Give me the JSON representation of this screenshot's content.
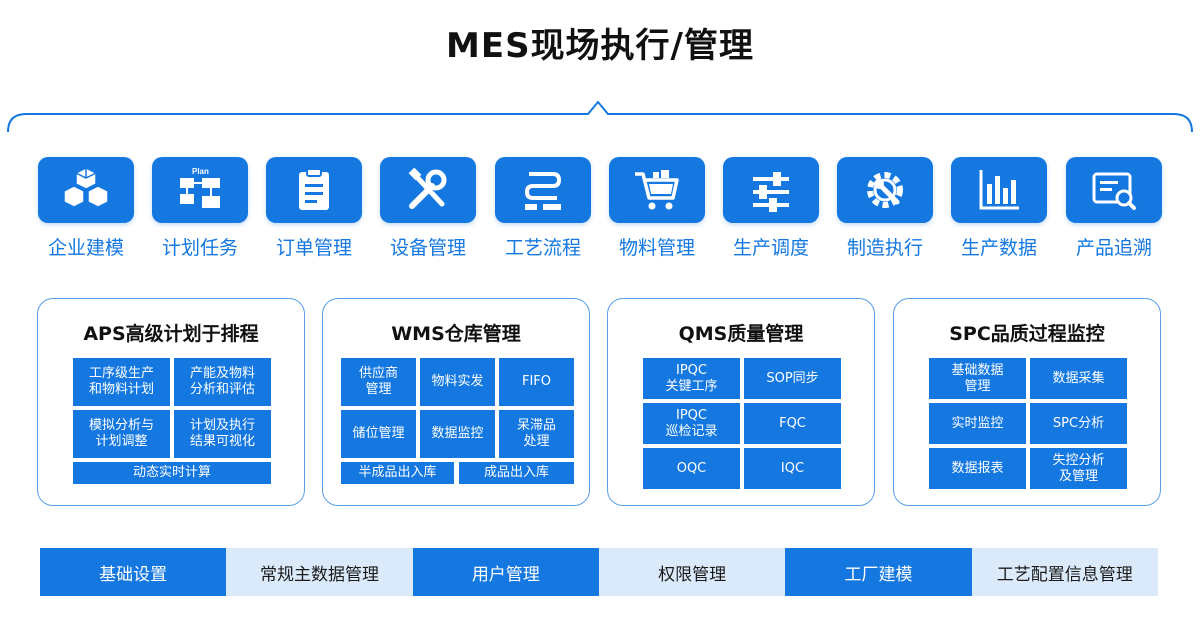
{
  "title": "MES现场执行/管理",
  "colors": {
    "primary": "#1478e0",
    "light": "#dbeafb",
    "panel_border": "#5a9fe6"
  },
  "modules": [
    {
      "label": "企业建模",
      "icon": "cubes-icon"
    },
    {
      "label": "计划任务",
      "icon": "plan-flow-icon",
      "icon_text": "Plan"
    },
    {
      "label": "订单管理",
      "icon": "clipboard-icon"
    },
    {
      "label": "设备管理",
      "icon": "tools-icon"
    },
    {
      "label": "工艺流程",
      "icon": "process-flow-icon"
    },
    {
      "label": "物料管理",
      "icon": "cart-icon"
    },
    {
      "label": "生产调度",
      "icon": "sliders-icon"
    },
    {
      "label": "制造执行",
      "icon": "gear-wrench-icon"
    },
    {
      "label": "生产数据",
      "icon": "bar-chart-icon"
    },
    {
      "label": "产品追溯",
      "icon": "search-screen-icon"
    }
  ],
  "panels": {
    "aps": {
      "title": "APS高级计划于排程",
      "cells": [
        "工序级生产\n和物料计划",
        "产能及物料\n分析和评估",
        "模拟分析与\n计划调整",
        "计划及执行\n结果可视化",
        "动态实时计算"
      ]
    },
    "wms": {
      "title": "WMS仓库管理",
      "cells": [
        "供应商\n管理",
        "物料实发",
        "FIFO",
        "储位管理",
        "数据监控",
        "呆滞品\n处理",
        "半成品出入库",
        "成品出入库"
      ]
    },
    "qms": {
      "title": "QMS质量管理",
      "cells": [
        "IPQC\n关键工序",
        "SOP同步",
        "IPQC\n巡检记录",
        "FQC",
        "OQC",
        "IQC"
      ]
    },
    "spc": {
      "title": "SPC品质过程监控",
      "cells": [
        "基础数据\n管理",
        "数据采集",
        "实时监控",
        "SPC分析",
        "数据报表",
        "失控分析\n及管理"
      ]
    }
  },
  "bottom": [
    "基础设置",
    "常规主数据管理",
    "用户管理",
    "权限管理",
    "工厂建模",
    "工艺配置信息管理"
  ]
}
